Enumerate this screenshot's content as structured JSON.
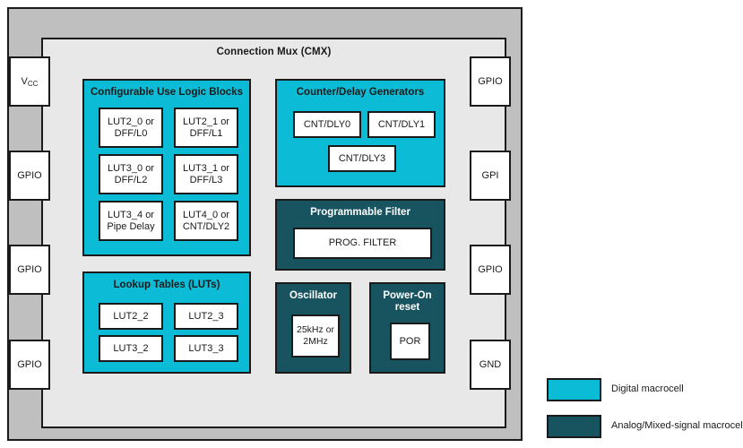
{
  "diagram": {
    "chip": {
      "core_title": "Connection Mux (CMX)"
    },
    "pins_left": [
      {
        "label": "V",
        "sub": "CC",
        "name": "pin-vcc"
      },
      {
        "label": "GPIO",
        "sub": "",
        "name": "pin-gpio-left-1"
      },
      {
        "label": "GPIO",
        "sub": "",
        "name": "pin-gpio-left-2"
      },
      {
        "label": "GPIO",
        "sub": "",
        "name": "pin-gpio-left-3"
      }
    ],
    "pins_right": [
      {
        "label": "GPIO",
        "name": "pin-gpio-right-1"
      },
      {
        "label": "GPI",
        "name": "pin-gpi-right"
      },
      {
        "label": "GPIO",
        "name": "pin-gpio-right-2"
      },
      {
        "label": "GND",
        "name": "pin-gnd"
      }
    ],
    "groups": [
      {
        "id": "culb",
        "title": "Configurable Use Logic Blocks",
        "kind": "digital",
        "cells": [
          "LUT2_0 or\nDFF/L0",
          "LUT2_1 or\nDFF/L1",
          "LUT3_0 or\nDFF/L2",
          "LUT3_1 or\nDFF/L3",
          "LUT3_4 or\nPipe Delay",
          "LUT4_0 or\nCNT/DLY2"
        ]
      },
      {
        "id": "luts",
        "title": "Lookup Tables (LUTs)",
        "kind": "digital",
        "cells": [
          "LUT2_2",
          "LUT2_3",
          "LUT3_2",
          "LUT3_3"
        ]
      },
      {
        "id": "cntdly",
        "title": "Counter/Delay Generators",
        "kind": "digital",
        "cells": [
          "CNT/DLY0",
          "CNT/DLY1",
          "CNT/DLY3"
        ]
      },
      {
        "id": "progfilter",
        "title": "Programmable Filter",
        "kind": "analog",
        "cells": [
          "PROG. FILTER"
        ]
      },
      {
        "id": "oscillator",
        "title": "Oscillator",
        "kind": "analog",
        "cells": [
          "25kHz or\n2MHz"
        ]
      },
      {
        "id": "por",
        "title": "Power-On\nreset",
        "kind": "analog",
        "cells": [
          "POR"
        ]
      }
    ],
    "legend": [
      {
        "label": "Digital macrocell",
        "color": "#0cbcd6"
      },
      {
        "label": "Analog/Mixed-signal macrocell",
        "color": "#17545f"
      }
    ],
    "colors": {
      "digital": "#0cbcd6",
      "analog": "#17545f",
      "package": "#bfbfbf",
      "core": "#e8e8e8",
      "outline": "#1a1a1a"
    }
  }
}
